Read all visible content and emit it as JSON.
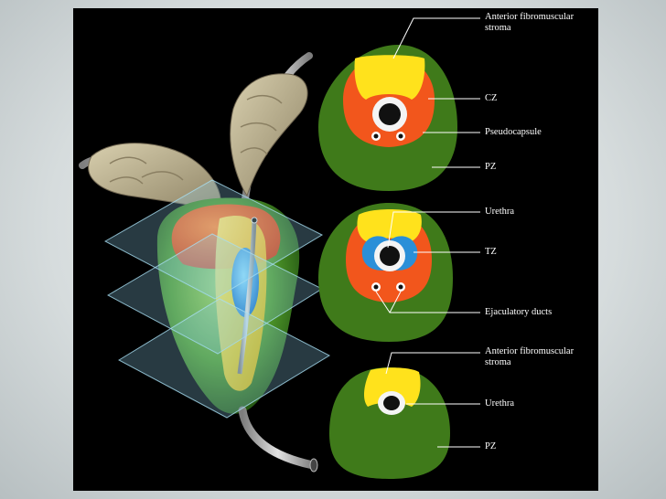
{
  "labels": {
    "top_stroma_line1": "Anterior fibromuscular",
    "top_stroma_line2": "stroma",
    "cz": "CZ",
    "pseudocapsule": "Pseudocapsule",
    "pz_top": "PZ",
    "urethra_mid": "Urethra",
    "tz": "TZ",
    "ejaculatory_ducts": "Ejaculatory ducts",
    "bottom_stroma_line1": "Anterior fibromuscular",
    "bottom_stroma_line2": "stroma",
    "urethra_bottom": "Urethra",
    "pz_bottom": "PZ"
  },
  "colors": {
    "background": "#000000",
    "peripheral_zone": "#3f7a1a",
    "central_zone": "#f2561c",
    "fibromuscular_stroma": "#ffe21c",
    "transition_zone": "#2a8fd8",
    "seminal_vesicle": "#bdb08c",
    "plane": "#7fc9e6"
  }
}
